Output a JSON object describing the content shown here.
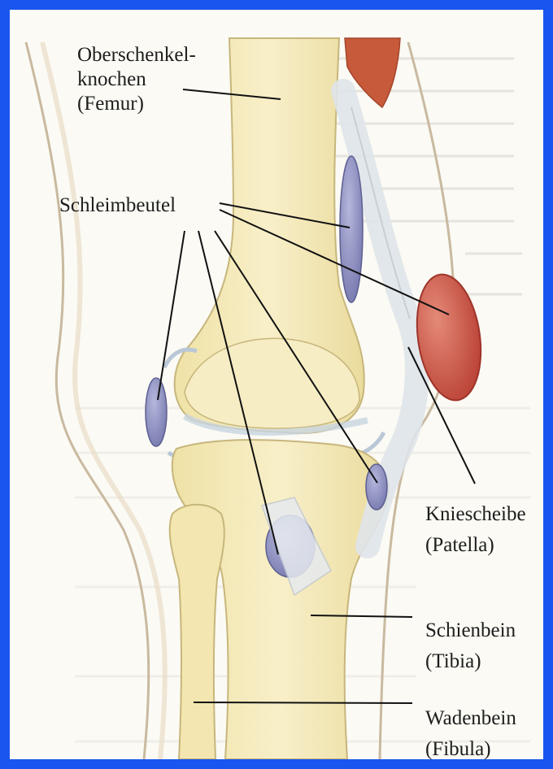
{
  "labels": {
    "femur": {
      "line1": "Oberschenkel-",
      "line2": "knochen",
      "line3": "(Femur)"
    },
    "bursa": "Schleimbeutel",
    "patella": {
      "line1": "Kniescheibe",
      "line2": "(Patella)"
    },
    "tibia": {
      "line1": "Schienbein",
      "line2": "(Tibia)"
    },
    "fibula": {
      "line1": "Wadenbein",
      "line2": "(Fibula)"
    }
  },
  "colors": {
    "border": "#1a55f0",
    "bone": "#f3e8b8",
    "bursa": "#7f82b5",
    "patella": "#c9453a",
    "muscle": "#c65a3a",
    "tendon": "#e8ebef"
  }
}
